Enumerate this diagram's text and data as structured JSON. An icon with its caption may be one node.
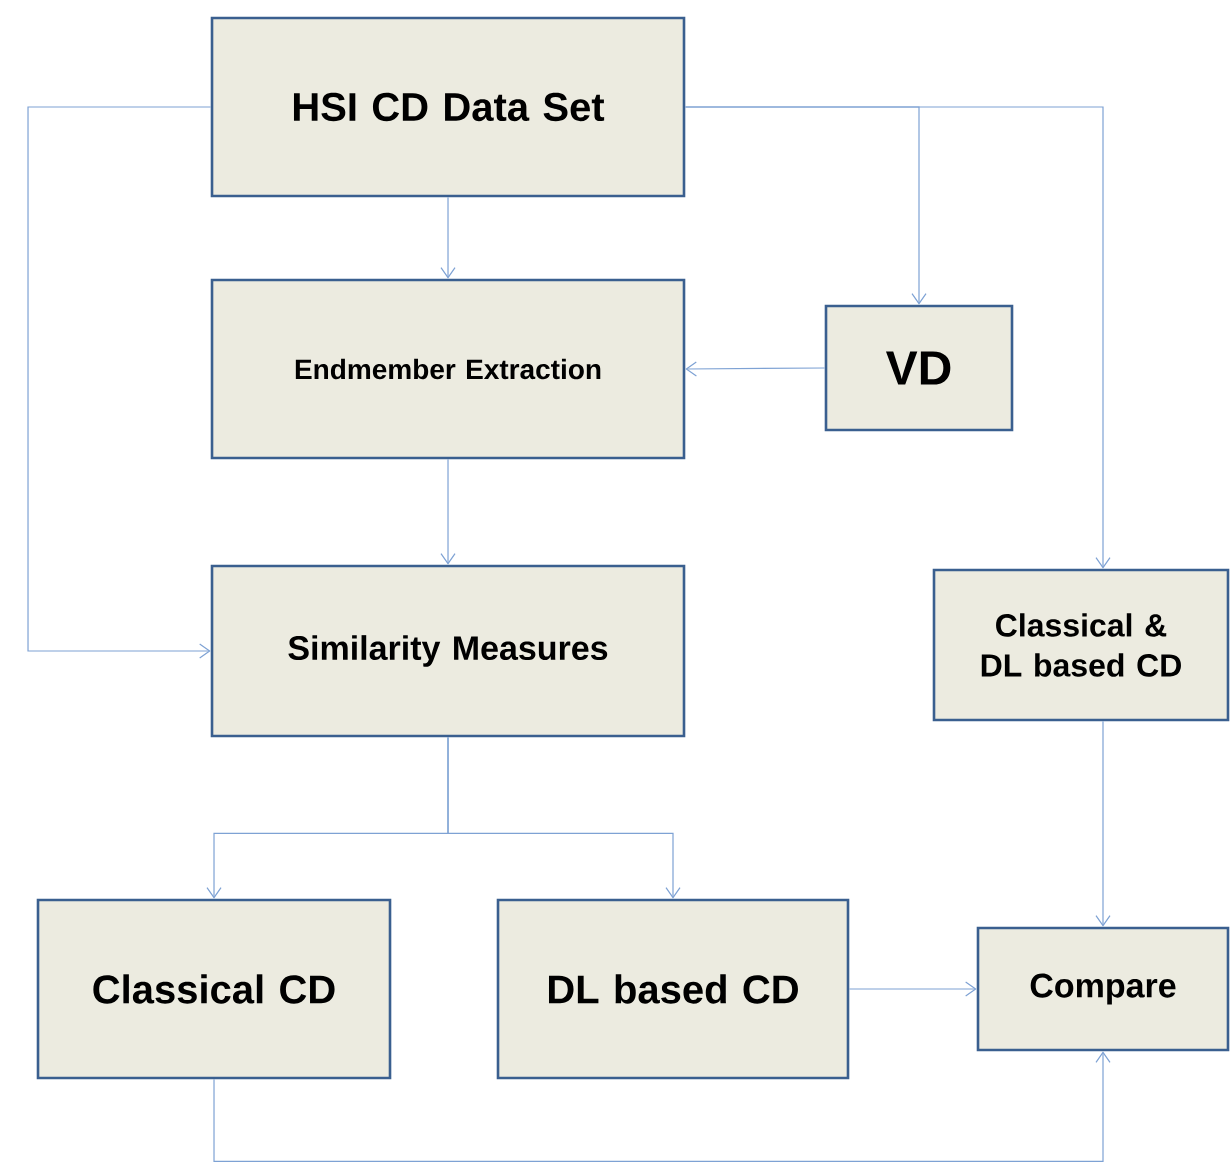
{
  "diagram": {
    "nodes": [
      {
        "text": [
          "HSI CD Data Set"
        ]
      },
      {
        "text": [
          "Endmember Extraction"
        ]
      },
      {
        "text": [
          "VD"
        ]
      },
      {
        "text": [
          "Similarity Measures"
        ]
      },
      {
        "text": [
          "Classical & DL based CD"
        ]
      },
      {
        "text": [
          "Classical CD"
        ]
      },
      {
        "text": [
          "DL based CD"
        ]
      },
      {
        "text": [
          "Compare"
        ]
      }
    ],
    "edges": [
      {
        "from": 0,
        "to": 1,
        "arrow": "to"
      },
      {
        "from": 0,
        "to": 2,
        "arrow": "to"
      },
      {
        "from": 0,
        "to": 4,
        "arrow": "to"
      },
      {
        "from": 0,
        "to": 3,
        "arrow": "to"
      },
      {
        "from": 2,
        "to": 1,
        "arrow": "to"
      },
      {
        "from": 1,
        "to": 3,
        "arrow": "to"
      },
      {
        "from": 3,
        "to": 5,
        "arrow": "to"
      },
      {
        "from": 3,
        "to": 6,
        "arrow": "to"
      },
      {
        "from": 6,
        "to": 7,
        "arrow": "to"
      },
      {
        "from": 4,
        "to": 7,
        "arrow": "to"
      },
      {
        "from": 5,
        "to": 7,
        "arrow": "to"
      }
    ]
  }
}
